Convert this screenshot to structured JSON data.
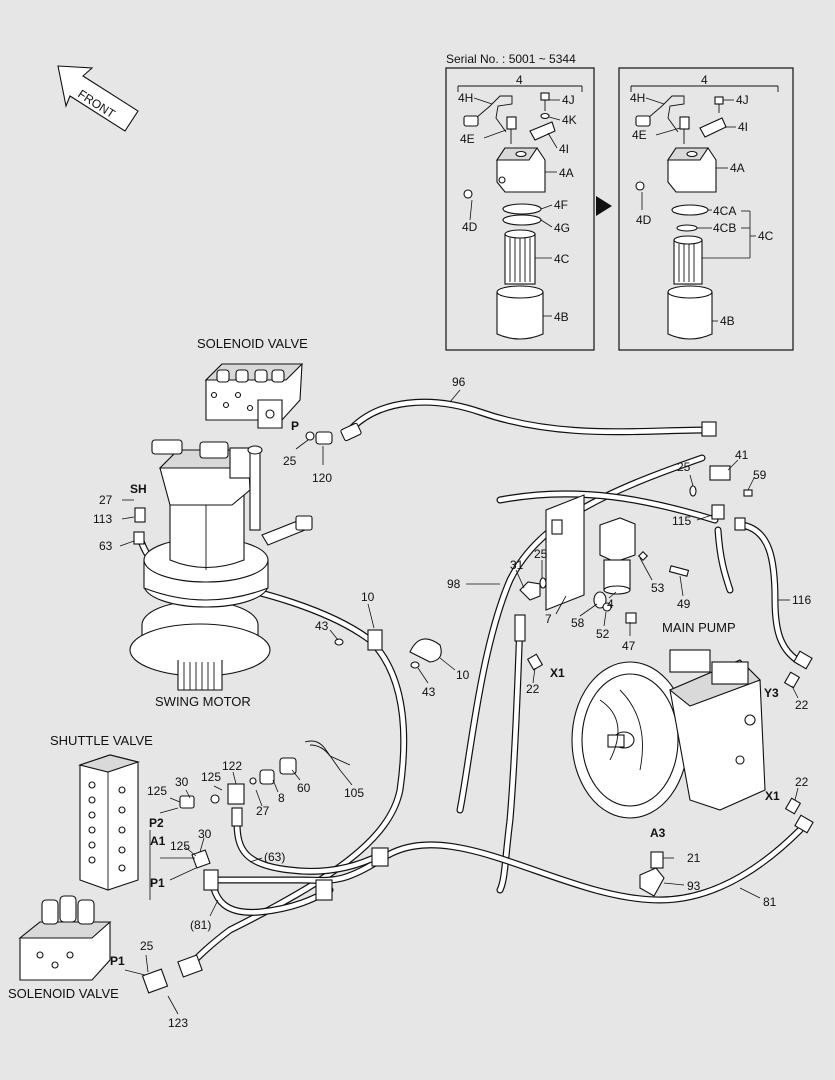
{
  "serial_note": "Serial No. : 5001 ~ 5344",
  "direction": "FRONT",
  "icons": {
    "front-arrow": "hollow-arrow-up-left",
    "transition-arrow": "black-triangle-right"
  },
  "titles": {
    "solenoid_valve_top": "SOLENOID VALVE",
    "swing_motor": "SWING MOTOR",
    "shuttle_valve": "SHUTTLE VALVE",
    "solenoid_valve_bottom": "SOLENOID VALVE",
    "main_pump": "MAIN PUMP"
  },
  "inset_left": {
    "header": "4",
    "labels": {
      "4H": "4H",
      "4J": "4J",
      "4K": "4K",
      "4E": "4E",
      "4I": "4I",
      "4A": "4A",
      "4D": "4D",
      "4F": "4F",
      "4G": "4G",
      "4C": "4C",
      "4B": "4B"
    }
  },
  "inset_right": {
    "header": "4",
    "labels": {
      "4H": "4H",
      "4J": "4J",
      "4E": "4E",
      "4I": "4I",
      "4A": "4A",
      "4D": "4D",
      "4CA": "4CA",
      "4CB": "4CB",
      "4C": "4C",
      "4B": "4B"
    }
  },
  "ports": {
    "P": "P",
    "SH": "SH",
    "P2": "P2",
    "A1": "A1",
    "P1_shuttle": "P1",
    "P1_solenoid": "P1",
    "X1_left": "X1",
    "Y3": "Y3",
    "X1_right": "X1",
    "A3": "A3"
  },
  "callouts": {
    "c96": "96",
    "c25_a": "25",
    "c120": "120",
    "c27_a": "27",
    "c113": "113",
    "c63": "63",
    "c41": "41",
    "c25_b": "25",
    "c59": "59",
    "c115": "115",
    "c25_c": "25",
    "c31": "31",
    "c98": "98",
    "c53": "53",
    "c49": "49",
    "c7": "7",
    "c4": "4",
    "c58": "58",
    "c52": "52",
    "c47": "47",
    "c116": "116",
    "c10_a": "10",
    "c43_a": "43",
    "c43_b": "43",
    "c10_b": "10",
    "c22_a": "22",
    "c22_b": "22",
    "c22_c": "22",
    "c125_a": "125",
    "c30_a": "30",
    "c125_b": "125",
    "c122": "122",
    "c27_b": "27",
    "c8": "8",
    "c60": "60",
    "c105": "105",
    "c30_b": "30",
    "c125_c": "125",
    "c63_paren": "(63)",
    "c81_paren": "(81)",
    "c21": "21",
    "c93": "93",
    "c81": "81",
    "c25_d": "25",
    "c123": "123"
  }
}
